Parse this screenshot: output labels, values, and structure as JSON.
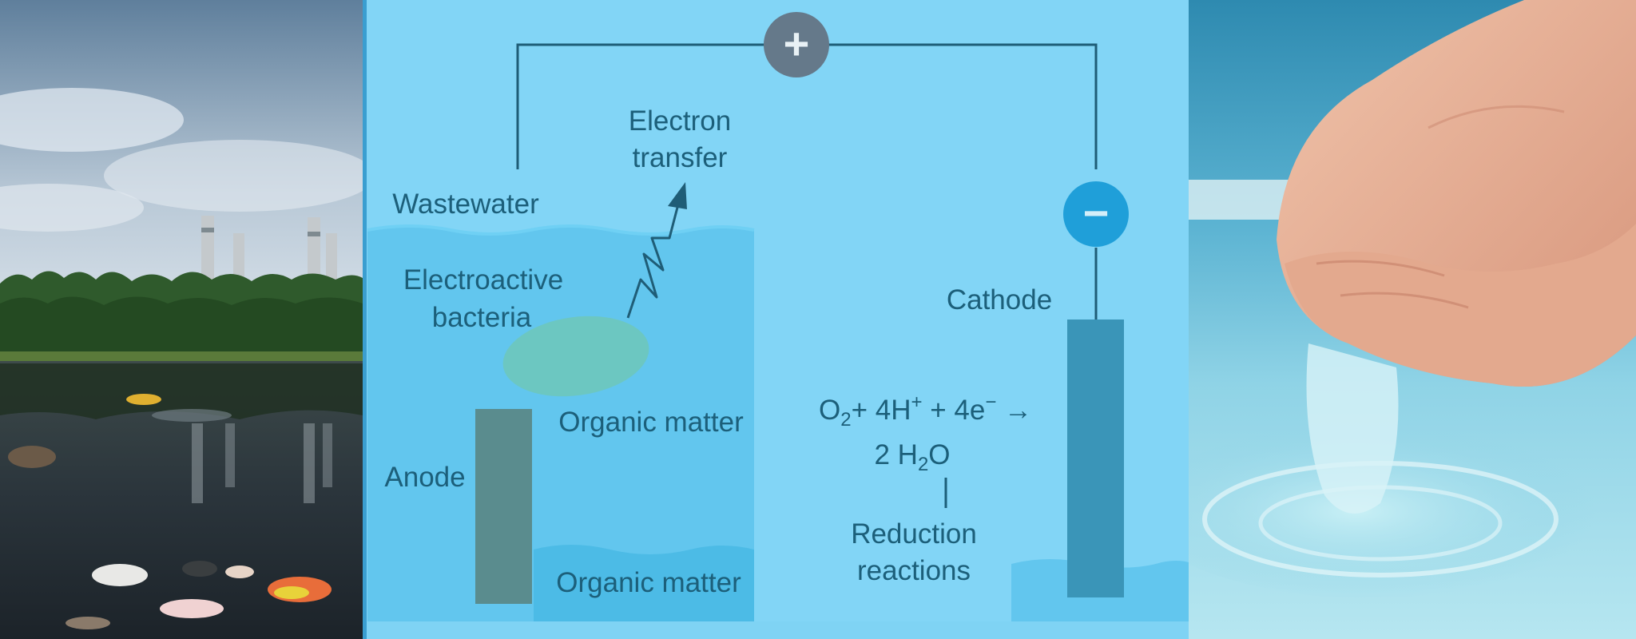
{
  "left_photo": {
    "description_icon": "polluted-river-with-factory-icon",
    "colors": {
      "sky_top": "#5f7f9c",
      "sky_bottom": "#d8e3ec",
      "trees": "#2f5a2c",
      "water": "#27323a"
    }
  },
  "right_photo": {
    "description_icon": "hands-cupping-clean-water-icon",
    "colors": {
      "water_top": "#2e8ab0",
      "water_bottom": "#a8e2ee",
      "skin": "#e8b49a"
    }
  },
  "diagram": {
    "colors": {
      "background": "#82d5f6",
      "liquid": "#62c6ee",
      "wire": "#1f5d77",
      "anode": "#5a8c8e",
      "cathode": "#3a95b8",
      "bacteria": "#6fc7b8",
      "positive_terminal": "#65798a",
      "negative_terminal": "#1f9fd9",
      "text": "#1c5f7a"
    },
    "positive_terminal": {
      "symbol": "+"
    },
    "negative_terminal": {
      "symbol": "−"
    },
    "labels": {
      "electron_transfer_line1": "Electron",
      "electron_transfer_line2": "transfer",
      "wastewater": "Wastewater",
      "electroactive_line1": "Electroactive",
      "electroactive_line2": "bacteria",
      "organic_matter_upper": "Organic matter",
      "organic_matter_lower": "Organic matter",
      "anode": "Anode",
      "cathode": "Cathode",
      "reduction_line1": "Reduction",
      "reduction_line2": "reactions"
    },
    "equation": {
      "o": "O",
      "o_sub": "2",
      "plus1": "+ 4H",
      "h_sup": "+",
      "plus2": " + 4e",
      "e_sup": "−",
      "arrow": " →",
      "prod_coeff": "2 H",
      "prod_sub": "2",
      "prod_o": "O"
    }
  }
}
